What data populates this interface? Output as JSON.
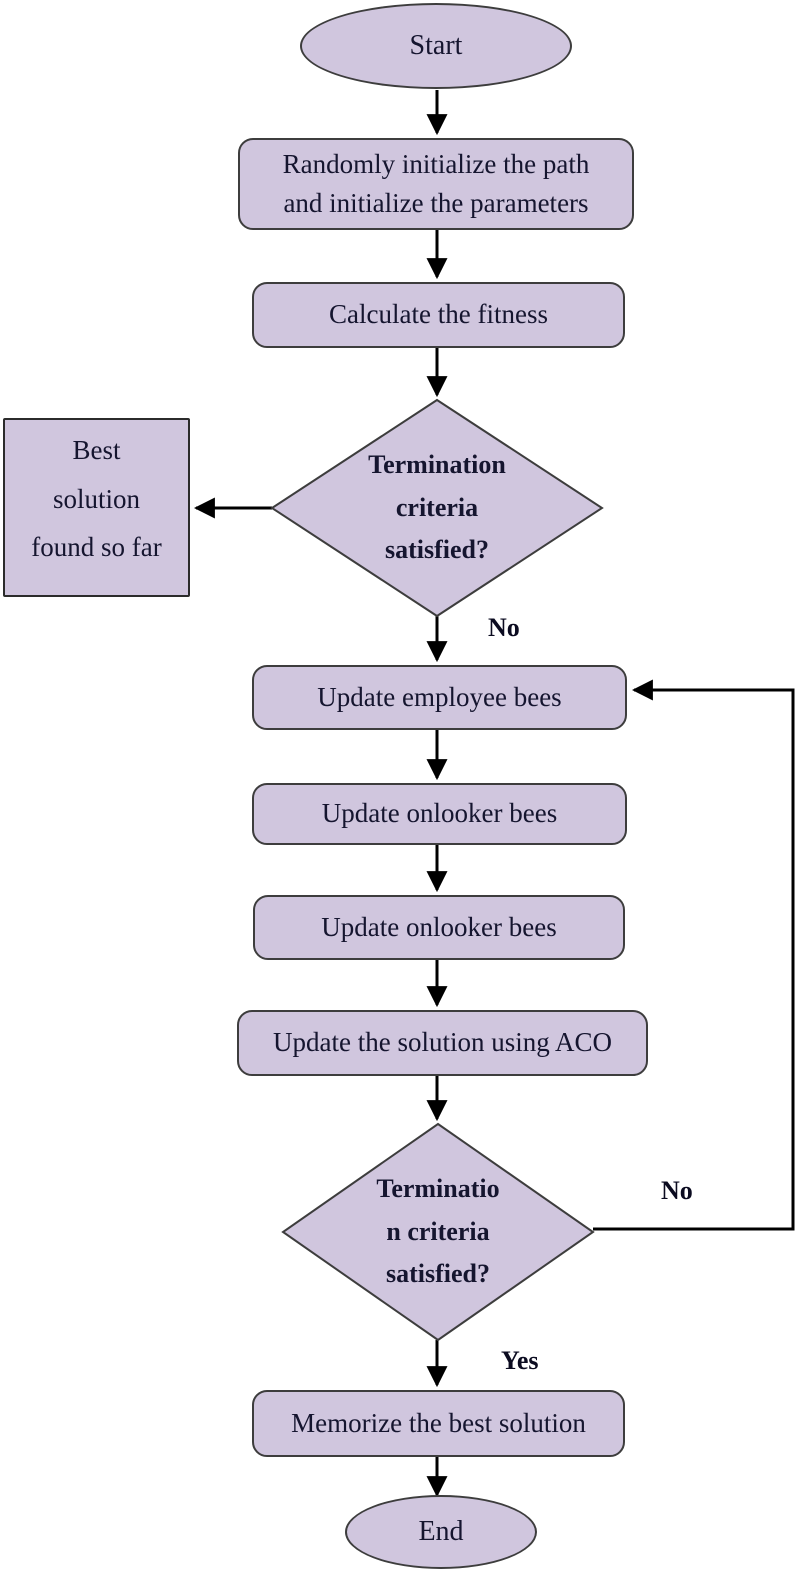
{
  "title": "ABC-ACO algorithm flowchart",
  "colors": {
    "shape_fill": "#d0c6de",
    "shape_border": "#3d3d3d",
    "text": "#15152f",
    "arrow": "#000000",
    "edge_label": "#0b0b20"
  },
  "nodes": {
    "start": {
      "label": "Start",
      "type": "terminator"
    },
    "init": {
      "label": "Randomly initialize the path\nand initialize the parameters",
      "type": "process"
    },
    "fitness": {
      "label": "Calculate the fitness",
      "type": "process"
    },
    "decision1": {
      "label": "Termination\ncriteria\nsatisfied?",
      "type": "decision"
    },
    "best_solution": {
      "label": "Best\nsolution\nfound so far",
      "type": "process"
    },
    "update_employee": {
      "label": "Update employee bees",
      "type": "process"
    },
    "update_onlooker1": {
      "label": "Update onlooker bees",
      "type": "process"
    },
    "update_onlooker2": {
      "label": "Update onlooker bees",
      "type": "process"
    },
    "update_aco": {
      "label": "Update the solution using ACO",
      "type": "process"
    },
    "decision2": {
      "label": "Terminatio\nn criteria\nsatisfied?",
      "type": "decision"
    },
    "memorize": {
      "label": "Memorize the best solution",
      "type": "process"
    },
    "end": {
      "label": "End",
      "type": "terminator"
    }
  },
  "edge_labels": {
    "no1": "No",
    "no2": "No",
    "yes": "Yes"
  }
}
